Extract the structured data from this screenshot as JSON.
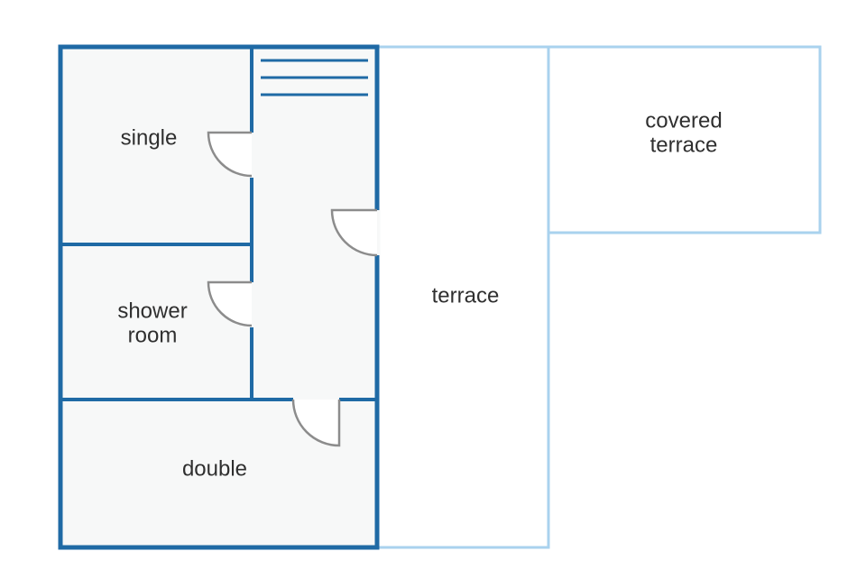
{
  "floor_plan": {
    "rooms": {
      "single": {
        "label": "single"
      },
      "shower_room": {
        "label_line1": "shower",
        "label_line2": "room"
      },
      "double": {
        "label": "double"
      },
      "terrace": {
        "label": "terrace"
      },
      "covered_terrace": {
        "label_line1": "covered",
        "label_line2": "terrace"
      }
    },
    "colors": {
      "interior_wall": "#1f6aa5",
      "exterior_outline": "#a9d2ee",
      "interior_fill": "#f7f8f8",
      "door": "#8c8c8c",
      "text": "#2f2f2f",
      "background": "#ffffff"
    }
  }
}
